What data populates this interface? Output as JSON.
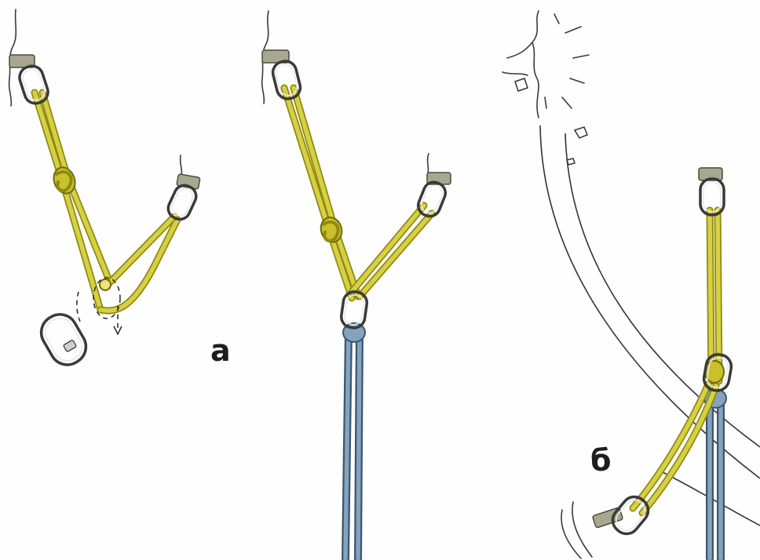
{
  "panels": [
    {
      "id": "a",
      "label": "а"
    },
    {
      "id": "b",
      "label": "б"
    }
  ],
  "colors": {
    "sling": "#d8d044",
    "sling_edge": "#8e8a10",
    "rope": "#86a3bd",
    "rope_edge": "#3a5672",
    "anchor_plate": "#a8a890",
    "carabiner": "#3a3a3a"
  }
}
